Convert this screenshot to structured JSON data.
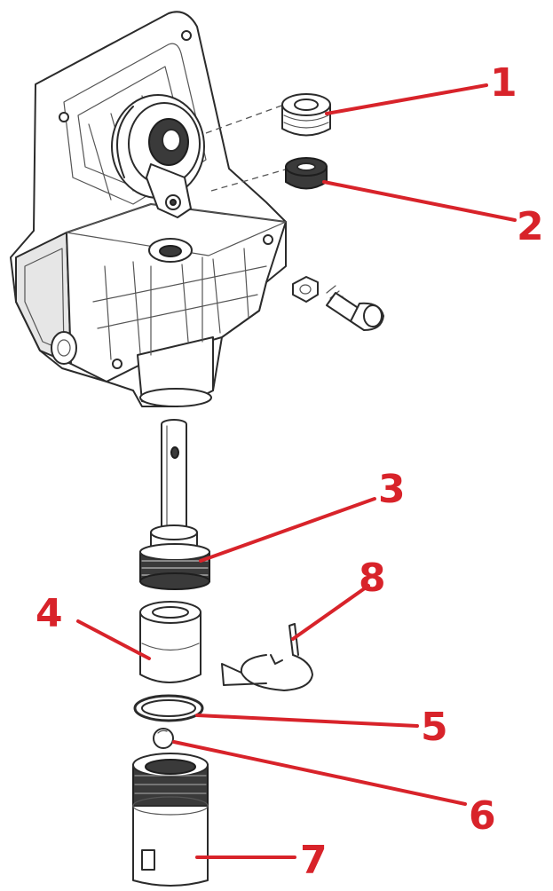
{
  "accent_color": "#d8232a",
  "callouts": [
    {
      "number": "1"
    },
    {
      "number": "2"
    },
    {
      "number": "3"
    },
    {
      "number": "4"
    },
    {
      "number": "5"
    },
    {
      "number": "6"
    },
    {
      "number": "7"
    },
    {
      "number": "8"
    }
  ]
}
